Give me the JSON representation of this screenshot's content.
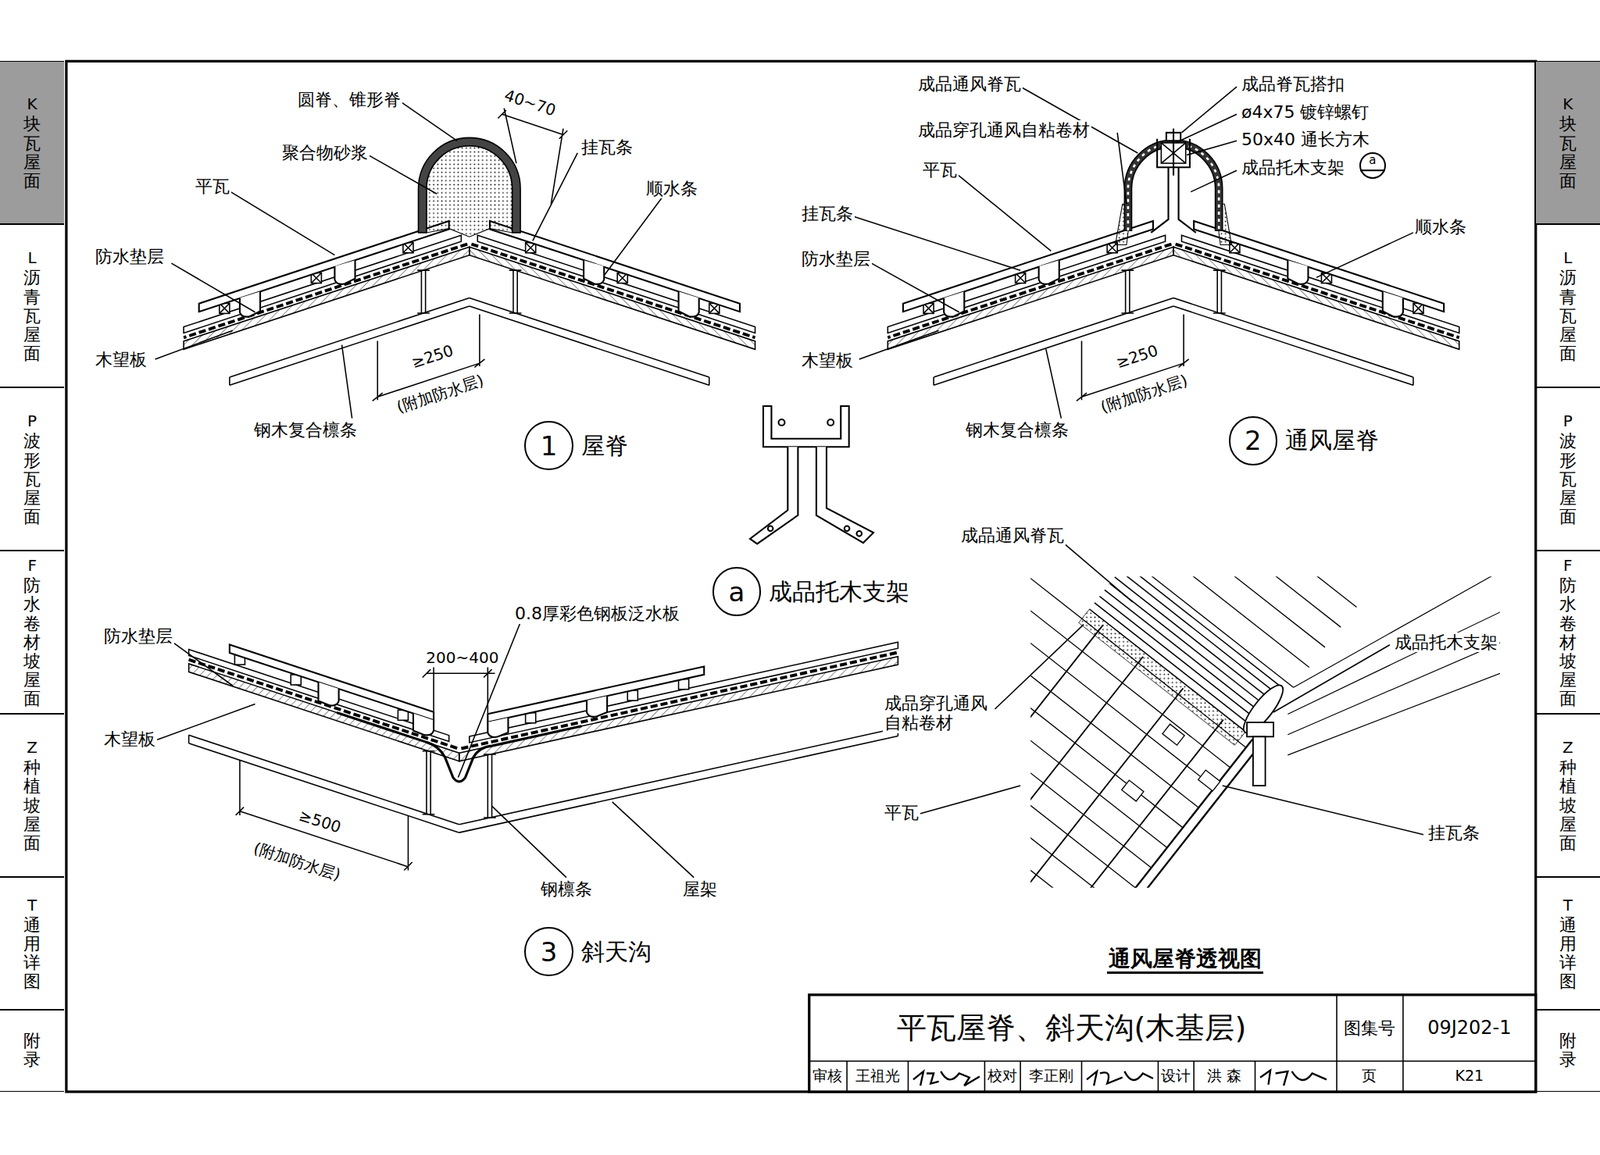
{
  "diagram": {
    "title": "平瓦屋脊、斜天沟(木基层)",
    "nodes": [
      {
        "text": [
          "K",
          "块瓦屋面"
        ]
      },
      {
        "text": [
          "L",
          "沥青瓦屋面"
        ]
      },
      {
        "text": [
          "P",
          "波形瓦屋面"
        ]
      },
      {
        "text": [
          "F",
          "防水卷材坡屋面"
        ]
      },
      {
        "text": [
          "Z",
          "种植坡屋面"
        ]
      },
      {
        "text": [
          "T",
          "通用详图"
        ]
      },
      {
        "text": [
          "附录"
        ]
      },
      {
        "text": [
          "K",
          "块瓦屋面"
        ]
      },
      {
        "text": [
          "L",
          "沥青瓦屋面"
        ]
      },
      {
        "text": [
          "P",
          "波形瓦屋面"
        ]
      },
      {
        "text": [
          "F",
          "防水卷材坡屋面"
        ]
      },
      {
        "text": [
          "Z",
          "种植坡屋面"
        ]
      },
      {
        "text": [
          "T",
          "通用详图"
        ]
      },
      {
        "text": [
          "附录"
        ]
      },
      {
        "text": [
          "1",
          "屋脊"
        ]
      },
      {
        "text": [
          "2",
          "通风屋脊"
        ]
      },
      {
        "text": [
          "a"
        ]
      },
      {
        "text": [
          "a",
          "成品托木支架"
        ]
      },
      {
        "text": [
          "3",
          "斜天沟"
        ]
      }
    ],
    "labels": [
      "圆脊、锥形脊",
      "40~70",
      "聚合物砂浆",
      "挂瓦条",
      "平瓦",
      "顺水条",
      "防水垫层",
      "木望板",
      "≥250",
      "(附加防水层)",
      "钢木复合檩条",
      "成品通风脊瓦",
      "成品脊瓦搭扣",
      "ø4x75 镀锌螺钉",
      "成品穿孔通风自粘卷材",
      "50x40 通长方木",
      "平瓦",
      "成品托木支架",
      "挂瓦条",
      "顺水条",
      "防水垫层",
      "木望板",
      "≥250",
      "(附加防水层)",
      "钢木复合檩条",
      "防水垫层",
      "0.8厚彩色钢板泛水板",
      "200~400",
      "木望板",
      "≥500",
      "(附加防水层)",
      "钢檩条",
      "屋架",
      "成品通风脊瓦",
      "成品托木支架",
      "成品穿孔通风 自粘卷材",
      "平瓦",
      "挂瓦条",
      "通风屋脊透视图",
      "图集号",
      "09J202-1",
      "审核",
      "王祖光",
      "校对",
      "李正刚",
      "设计",
      "洪 森",
      "页",
      "K21"
    ]
  }
}
